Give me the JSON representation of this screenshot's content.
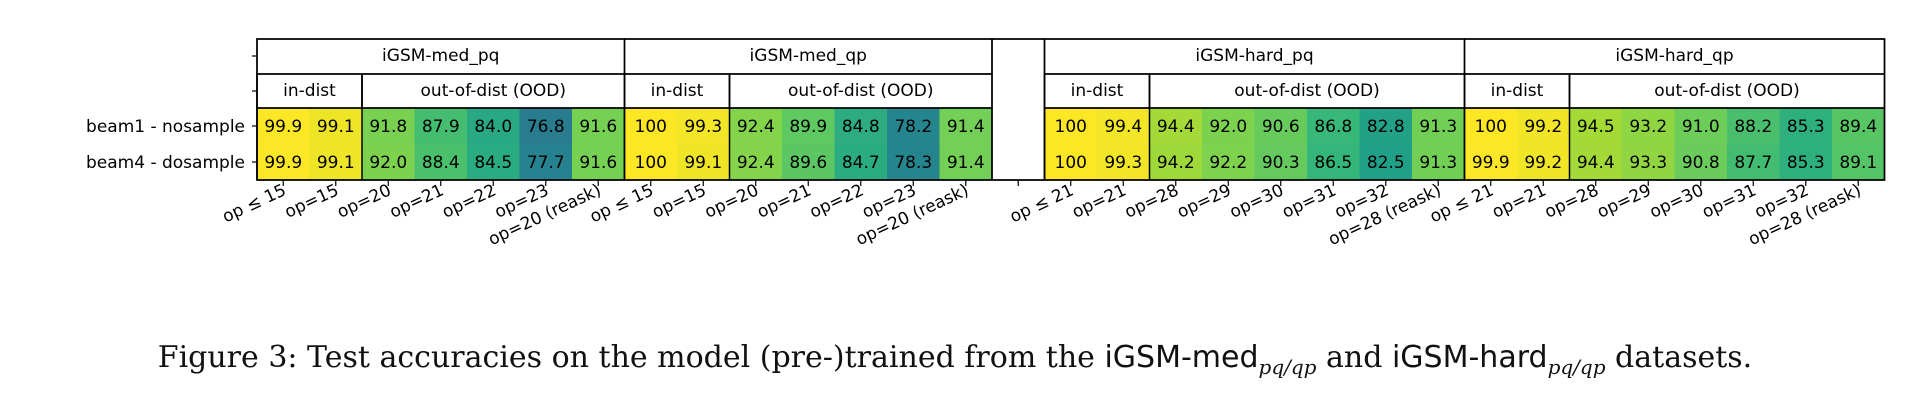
{
  "chart_data": {
    "type": "heatmap",
    "rows": [
      "beam1 - nosample",
      "beam4 - dosample"
    ],
    "colormap": "viridis",
    "color_range": [
      60,
      100
    ],
    "panels": [
      {
        "title": "iGSM-med_pq",
        "groups": [
          {
            "label": "in-dist",
            "span": 2
          },
          {
            "label": "out-of-dist (OOD)",
            "span": 5
          }
        ],
        "columns": [
          "op ≤ 15",
          "op=15",
          "op=20",
          "op=21",
          "op=22",
          "op=23",
          "op=20 (reask)"
        ],
        "values": [
          [
            99.9,
            99.1,
            91.8,
            87.9,
            84.0,
            76.8,
            91.6
          ],
          [
            99.9,
            99.1,
            92.0,
            88.4,
            84.5,
            77.7,
            91.6
          ]
        ],
        "labels": [
          [
            "99.9",
            "99.1",
            "91.8",
            "87.9",
            "84.0",
            "76.8",
            "91.6"
          ],
          [
            "99.9",
            "99.1",
            "92.0",
            "88.4",
            "84.5",
            "77.7",
            "91.6"
          ]
        ]
      },
      {
        "title": "iGSM-med_qp",
        "groups": [
          {
            "label": "in-dist",
            "span": 2
          },
          {
            "label": "out-of-dist (OOD)",
            "span": 5
          }
        ],
        "columns": [
          "op ≤ 15",
          "op=15",
          "op=20",
          "op=21",
          "op=22",
          "op=23",
          "op=20 (reask)"
        ],
        "values": [
          [
            100,
            99.3,
            92.4,
            89.9,
            84.8,
            78.2,
            91.4
          ],
          [
            100,
            99.1,
            92.4,
            89.6,
            84.7,
            78.3,
            91.4
          ]
        ],
        "labels": [
          [
            "100",
            "99.3",
            "92.4",
            "89.9",
            "84.8",
            "78.2",
            "91.4"
          ],
          [
            "100",
            "99.1",
            "92.4",
            "89.6",
            "84.7",
            "78.3",
            "91.4"
          ]
        ]
      },
      {
        "title": "iGSM-hard_pq",
        "groups": [
          {
            "label": "in-dist",
            "span": 2
          },
          {
            "label": "out-of-dist (OOD)",
            "span": 6
          }
        ],
        "columns": [
          "op ≤ 21",
          "op=21",
          "op=28",
          "op=29",
          "op=30",
          "op=31",
          "op=32",
          "op=28 (reask)"
        ],
        "values": [
          [
            100,
            99.4,
            94.4,
            92.0,
            90.6,
            86.8,
            82.8,
            91.3
          ],
          [
            100,
            99.3,
            94.2,
            92.2,
            90.3,
            86.5,
            82.5,
            91.3
          ]
        ],
        "labels": [
          [
            "100",
            "99.4",
            "94.4",
            "92.0",
            "90.6",
            "86.8",
            "82.8",
            "91.3"
          ],
          [
            "100",
            "99.3",
            "94.2",
            "92.2",
            "90.3",
            "86.5",
            "82.5",
            "91.3"
          ]
        ]
      },
      {
        "title": "iGSM-hard_qp",
        "groups": [
          {
            "label": "in-dist",
            "span": 2
          },
          {
            "label": "out-of-dist (OOD)",
            "span": 6
          }
        ],
        "columns": [
          "op ≤ 21",
          "op=21",
          "op=28",
          "op=29",
          "op=30",
          "op=31",
          "op=32",
          "op=28 (reask)"
        ],
        "values": [
          [
            100,
            99.2,
            94.5,
            93.2,
            91.0,
            88.2,
            85.3,
            89.4
          ],
          [
            99.9,
            99.2,
            94.4,
            93.3,
            90.8,
            87.7,
            85.3,
            89.1
          ]
        ],
        "labels": [
          [
            "100",
            "99.2",
            "94.5",
            "93.2",
            "91.0",
            "88.2",
            "85.3",
            "89.4"
          ],
          [
            "99.9",
            "99.2",
            "94.4",
            "93.3",
            "90.8",
            "87.7",
            "85.3",
            "89.1"
          ]
        ]
      }
    ]
  },
  "caption": {
    "prefix": "Figure 3: Test accuracies on the model (pre-)trained from the ",
    "name1": "iGSM-med",
    "sub1": "pq/qp",
    "mid": " and ",
    "name2": "iGSM-hard",
    "sub2": "pq/qp",
    "suffix": " datasets."
  }
}
